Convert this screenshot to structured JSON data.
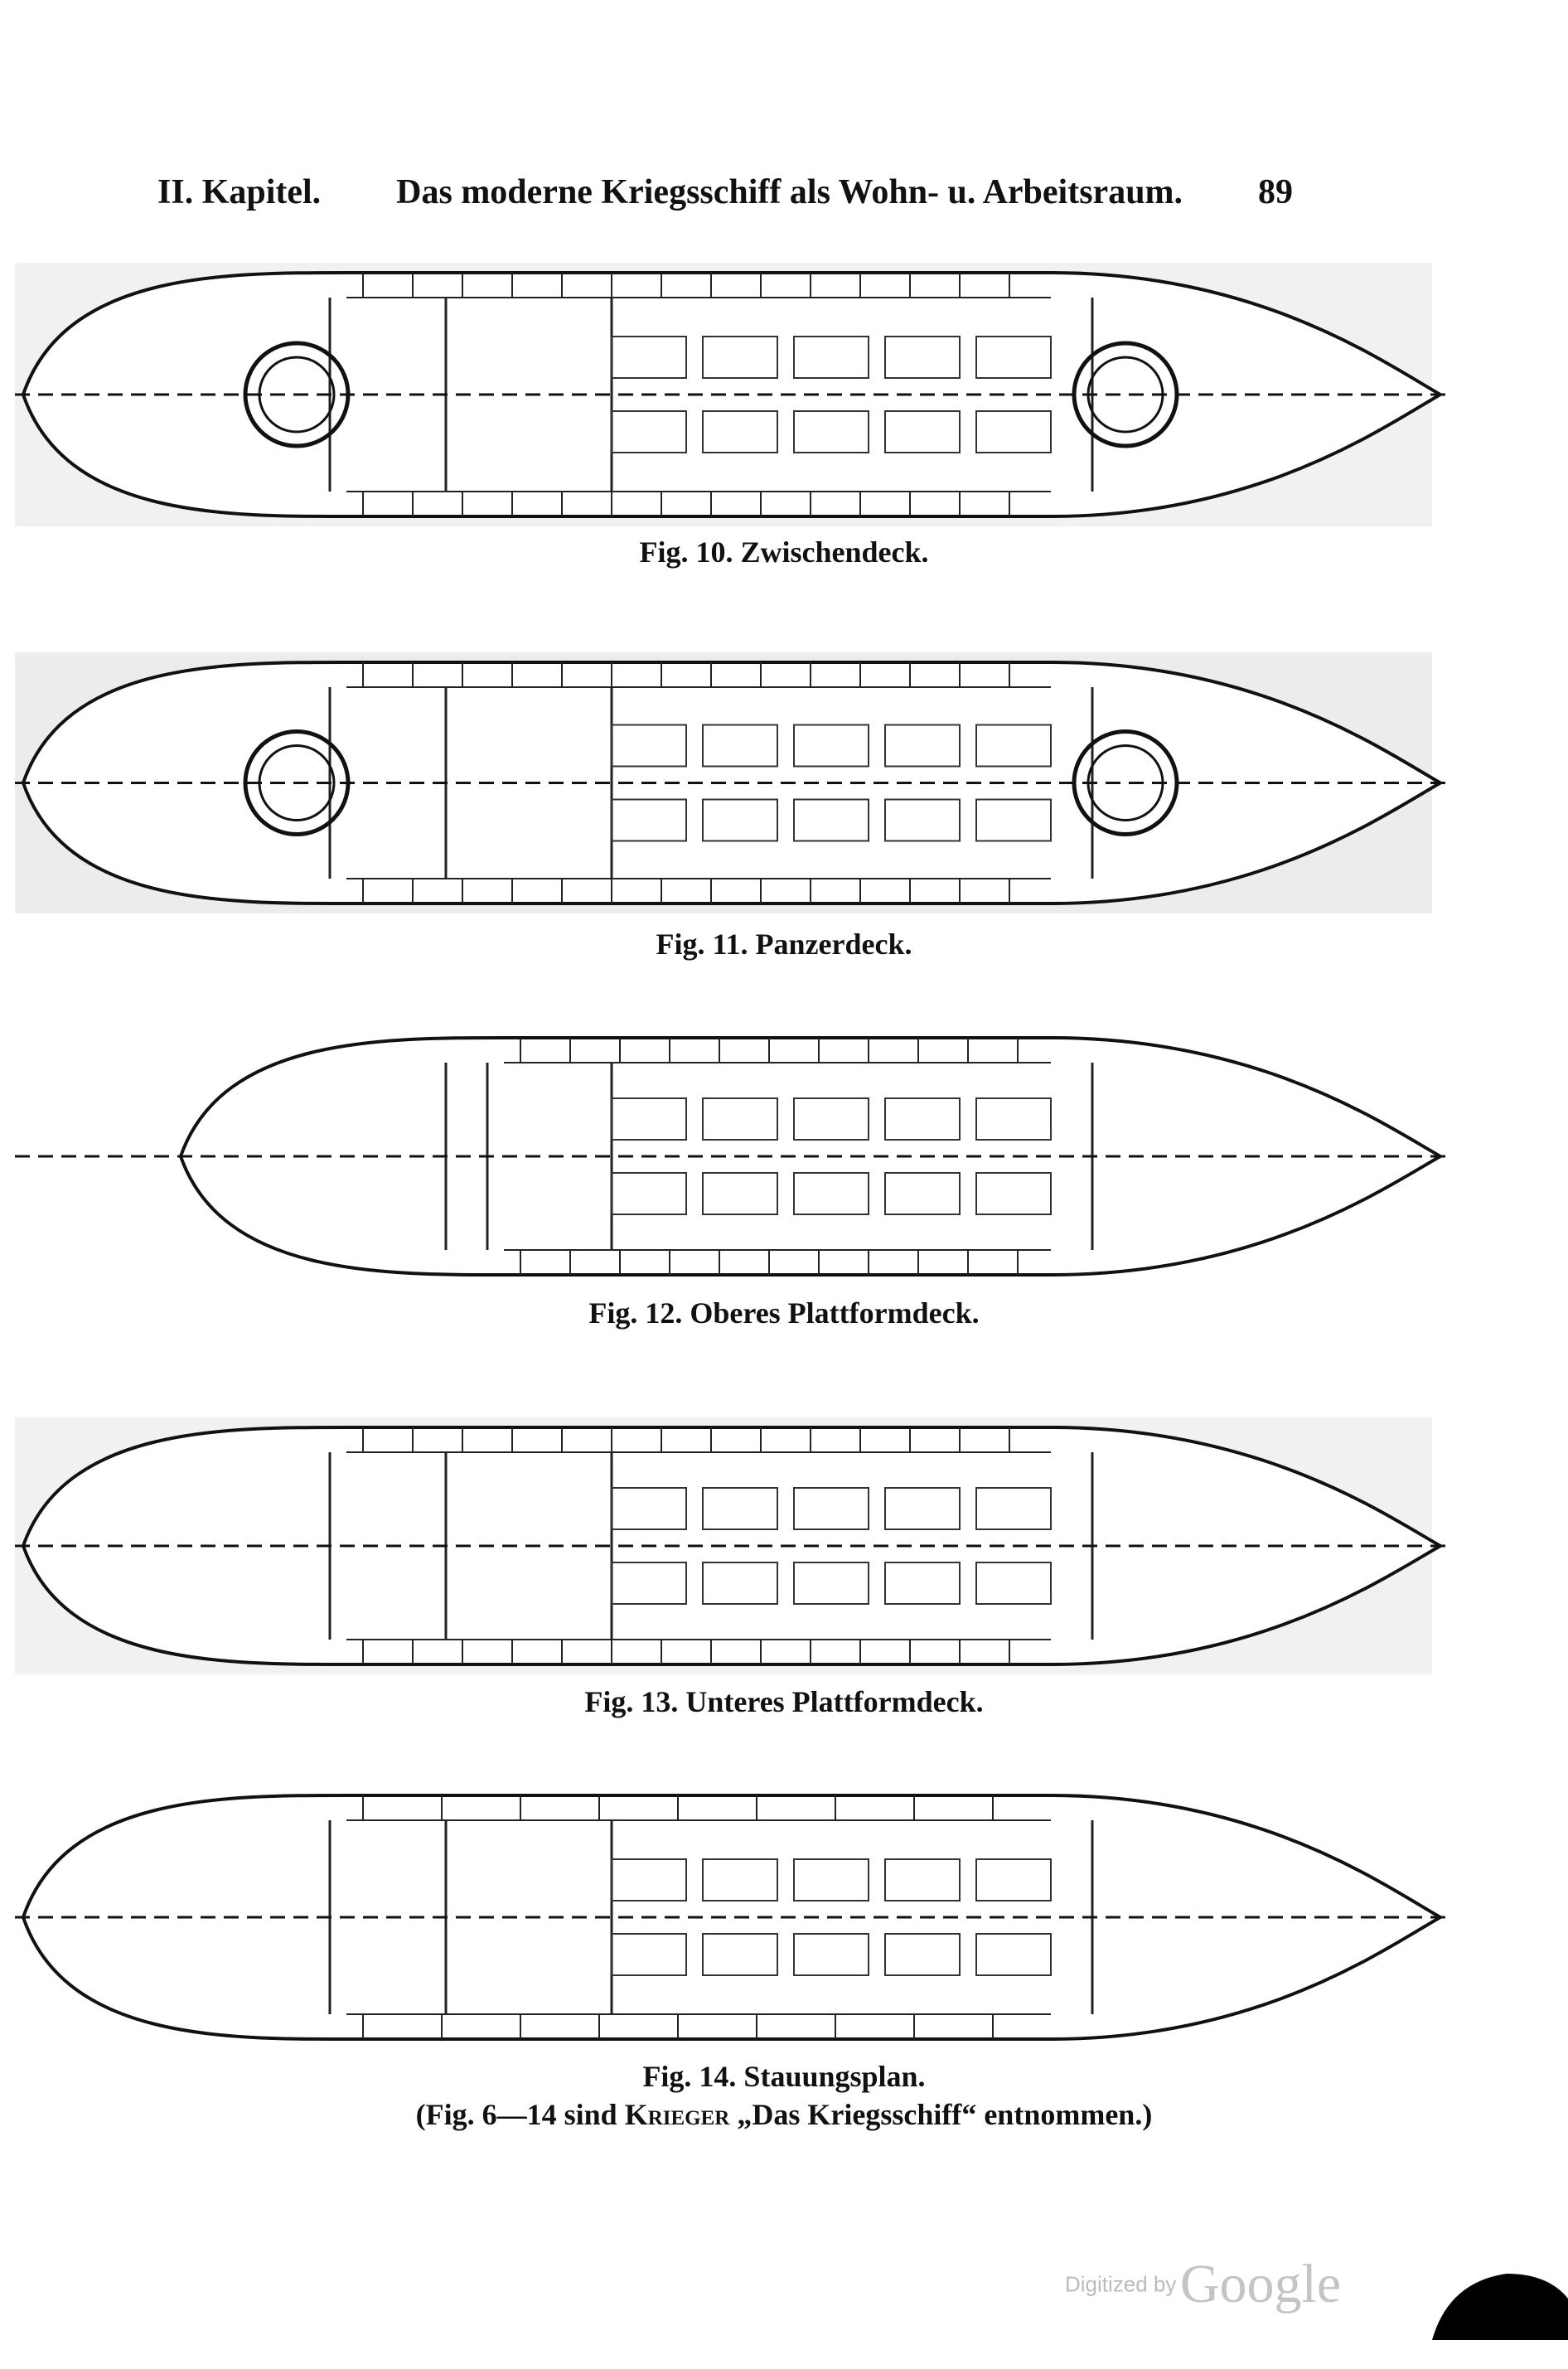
{
  "header": {
    "chapter": "II. Kapitel.",
    "title": "Das moderne Kriegsschiff als Wohn- u. Arbeitsraum.",
    "page_number": "89"
  },
  "figures": [
    {
      "caption": "Fig. 10.  Zwischendeck.",
      "turrets": true
    },
    {
      "caption": "Fig. 11.  Panzerdeck.",
      "turrets": true
    },
    {
      "caption": "Fig. 12.  Oberes Plattformdeck.",
      "turrets": false
    },
    {
      "caption": "Fig. 13.  Unteres Plattformdeck.",
      "turrets": false
    },
    {
      "caption": "Fig. 14.  Stauungsplan.",
      "turrets": false
    }
  ],
  "credit": {
    "prefix": "(Fig. 6—14 sind",
    "author": "Krieger",
    "suffix": "„Das Kriegsschiff“ entnommen.)"
  },
  "watermark": {
    "prefix": "Digitized by",
    "brand": "Google"
  }
}
